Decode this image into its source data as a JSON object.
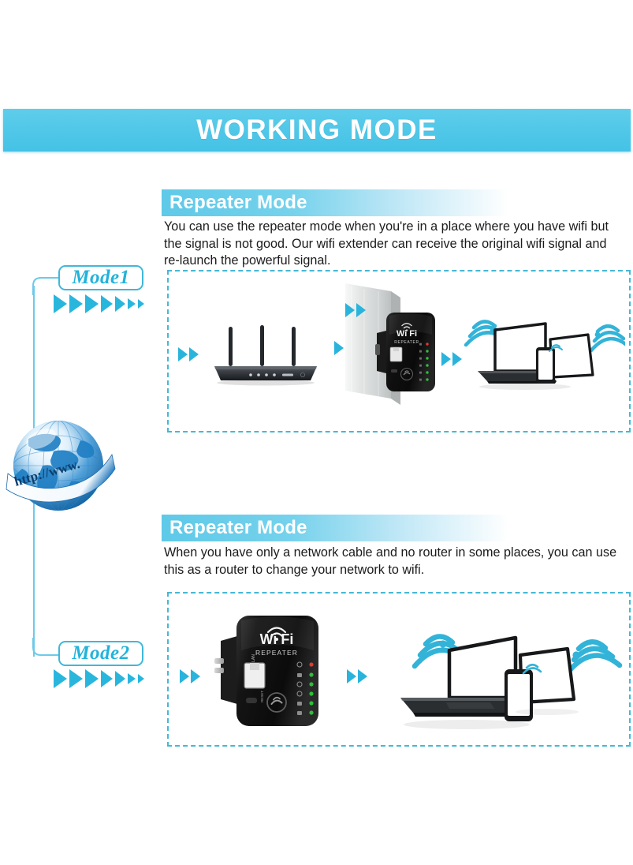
{
  "banner": {
    "title": "WORKING MODE"
  },
  "left_rail": {
    "globe_label": "http://www.",
    "modes": [
      {
        "label": "Mode1",
        "arrow_count": 7
      },
      {
        "label": "Mode2",
        "arrow_count": 7
      }
    ]
  },
  "sections": [
    {
      "heading": "Repeater Mode",
      "body": "You can use the repeater mode when you're in a place where you have wifi but the signal is not good. Our wifi extender can receive the original wifi signal and re-launch the powerful signal.",
      "diagram": {
        "items": [
          "router",
          "wall",
          "wifi-repeater",
          "laptop",
          "smartphone",
          "tablet"
        ],
        "device_brand": "Wi Fi",
        "device_sub": "REPEATER",
        "arrow_groups": 3
      }
    },
    {
      "heading": "Repeater Mode",
      "body": "When you have only a network cable and no router in some places, you can use this as a router to change your network to wifi.",
      "diagram": {
        "items": [
          "wifi-repeater",
          "laptop",
          "smartphone",
          "tablet"
        ],
        "device_brand": "Wi Fi",
        "device_sub": "REPEATER",
        "arrow_groups": 2
      }
    }
  ],
  "colors": {
    "accent": "#4ac3e6",
    "accent_dark": "#22b3da",
    "dash_border": "#45b8d4",
    "banner_bg": "#52c8e8",
    "text": "#1b1b1b",
    "device_body": "#1a1a1a",
    "led_red": "#e03a2f",
    "led_green": "#2fbf3a"
  }
}
